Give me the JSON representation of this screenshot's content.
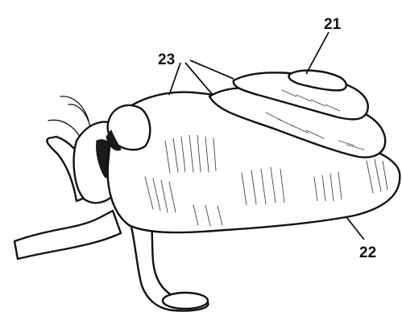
{
  "labels": {
    "label_21": "21",
    "label_22": "22",
    "label_23": "23"
  },
  "colors": {
    "ink": "#111111",
    "paper": "#ffffff"
  }
}
